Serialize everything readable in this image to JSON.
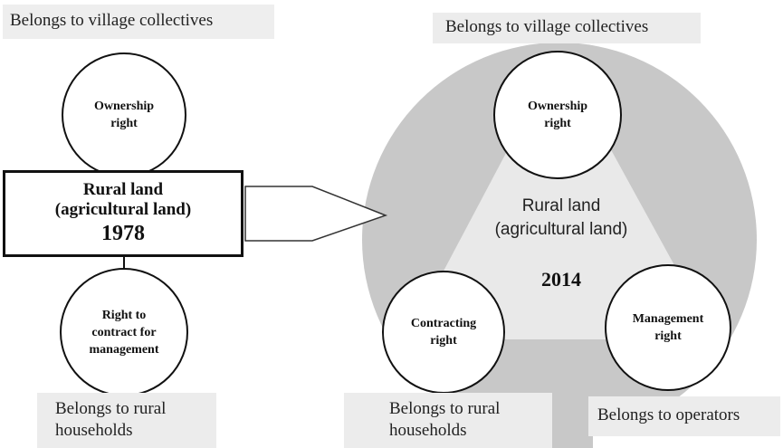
{
  "left": {
    "top_label": "Belongs to village collectives",
    "ownership_circle": "Ownership\nright",
    "center_box": {
      "line1": "Rural land",
      "line2": "(agricultural land)",
      "year": "1978"
    },
    "contract_circle": "Right to\ncontract for\nmanagement",
    "bottom_label": "Belongs to rural\nhouseholds"
  },
  "right": {
    "top_label": "Belongs to village collectives",
    "ownership_circle": "Ownership\nright",
    "center_text": "Rural land\n(agricultural land)",
    "year": "2014",
    "contracting_circle": "Contracting\nright",
    "management_circle": "Management\nright",
    "bottom_left_label": "Belongs to rural\nhouseholds",
    "bottom_right_label": "Belongs to operators"
  },
  "colors": {
    "big_circle": "#c8c8c8",
    "triangle": "#e9e9e9",
    "label_bg": "#ececec"
  }
}
